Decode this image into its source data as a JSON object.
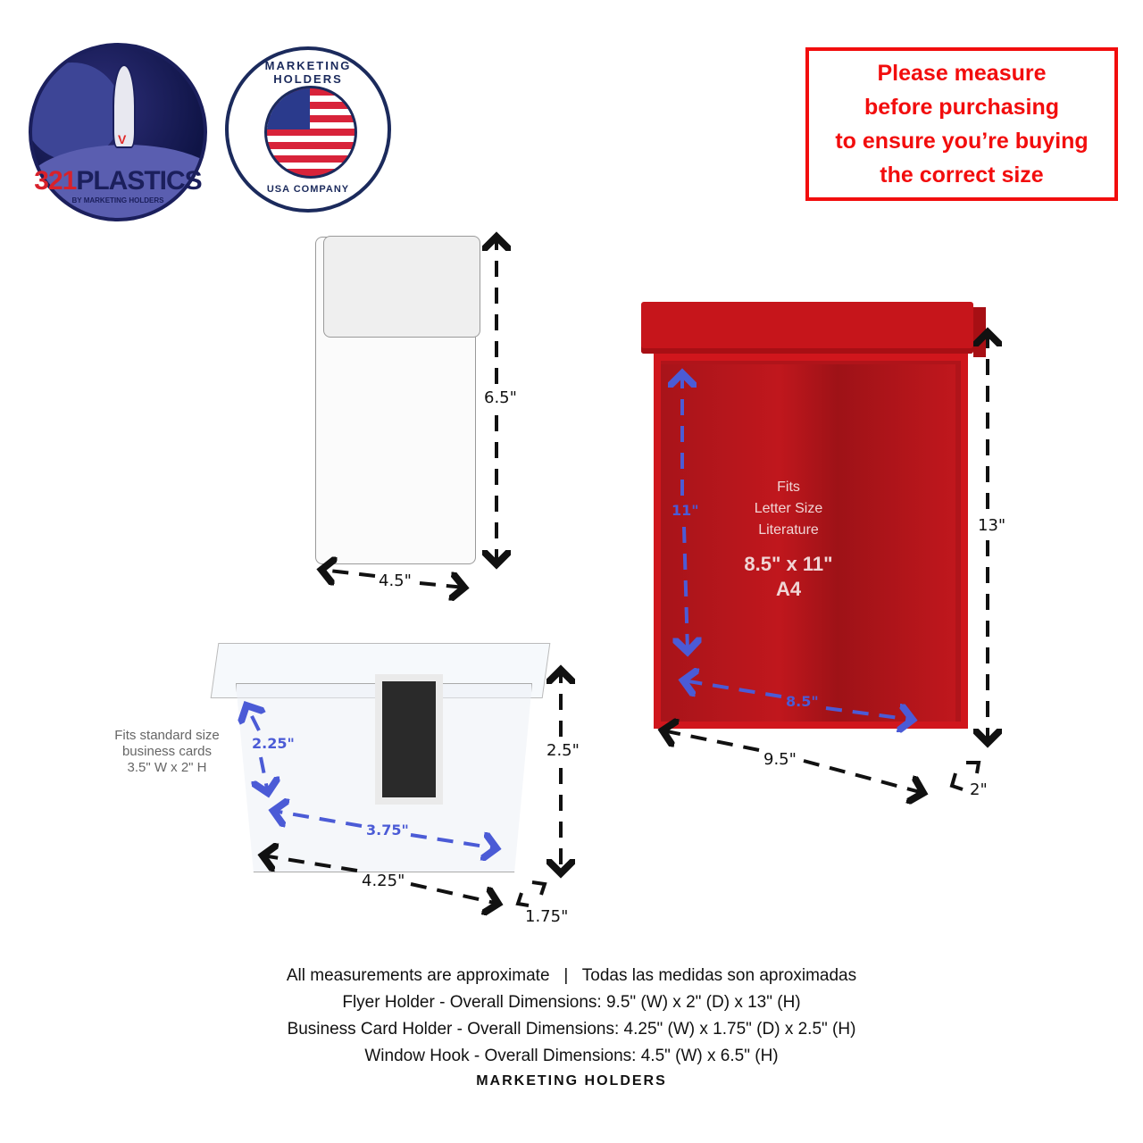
{
  "logos": {
    "brand_1": {
      "name_number": "321",
      "name_word": "PLASTICS",
      "tagline": "BY MARKETING HOLDERS"
    },
    "brand_2": {
      "top_text": "MARKETING HOLDERS",
      "bottom_text": "USA COMPANY"
    }
  },
  "notice": {
    "lines": [
      "Please measure",
      "before purchasing",
      "to ensure you’re buying",
      "the correct size"
    ],
    "color": "#f20d0d"
  },
  "window_hook": {
    "height_label": "6.5\"",
    "width_label": "4.5\""
  },
  "flyer_holder": {
    "inner_text": [
      "Fits",
      "Letter Size",
      "Literature"
    ],
    "size_text": "8.5\" x 11\"",
    "size_alt": "A4",
    "inner_height_label": "11\"",
    "inner_width_label": "8.5\"",
    "height_label": "13\"",
    "width_label": "9.5\"",
    "depth_label": "2\"",
    "body_color": "#c6151b"
  },
  "card_holder": {
    "note": [
      "Fits standard size",
      "business cards",
      "3.5\" W x 2\" H"
    ],
    "inner_height_label": "2.25\"",
    "inner_width_label": "3.75\"",
    "height_label": "2.5\"",
    "width_label": "4.25\"",
    "depth_label": "1.75\""
  },
  "footer": {
    "line_1": "All measurements are approximate   |   Todas las medidas son aproximadas",
    "line_2": "Flyer Holder - Overall Dimensions: 9.5\" (W) x 2\" (D) x 13\" (H)",
    "line_3": "Business Card Holder - Overall Dimensions: 4.25\" (W) x 1.75\" (D) x 2.5\" (H)",
    "line_4": "Window Hook - Overall Dimensions: 4.5\" (W) x 6.5\" (H)",
    "brand": "MARKETING HOLDERS"
  },
  "colors": {
    "accent_blue": "#4b5bd6",
    "dimension_black": "#111111"
  }
}
